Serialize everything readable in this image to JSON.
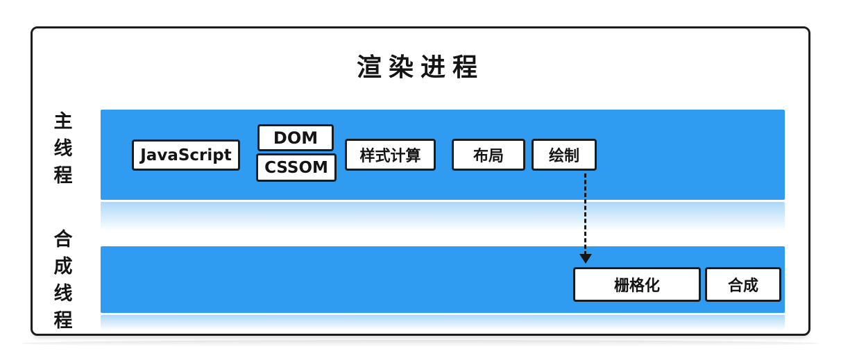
{
  "diagram": {
    "title": "渲染进程",
    "main_thread": {
      "label": "主线程",
      "boxes": {
        "javascript": "JavaScript",
        "dom": "DOM",
        "cssom": "CSSOM",
        "style_calc": "样式计算",
        "layout": "布局",
        "paint": "绘制"
      }
    },
    "compositor_thread": {
      "label": "合成线程",
      "boxes": {
        "raster": "栅格化",
        "composite": "合成"
      }
    },
    "colors": {
      "lane_blue": "#2f9cf2",
      "outline": "#1c1c1c",
      "box_background": "#ffffff"
    }
  }
}
